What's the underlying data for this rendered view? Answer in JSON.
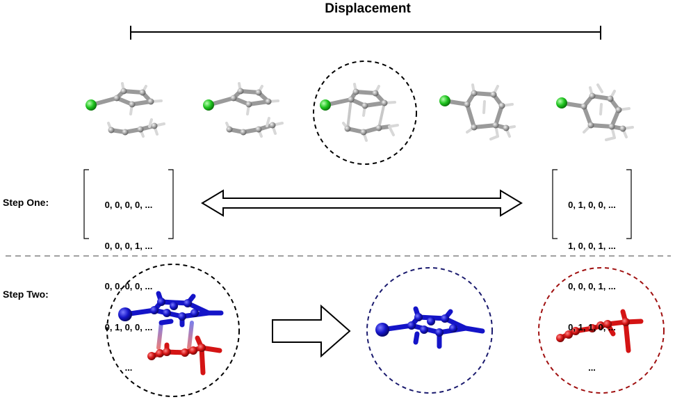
{
  "title": "Displacement",
  "step_one": {
    "label": "Step One:"
  },
  "step_two": {
    "label": "Step Two:"
  },
  "matrix_left": {
    "rows": [
      "0, 0, 0, 0, ...",
      "0, 0, 0, 1, ...",
      "0, 0, 0, 0, ...",
      "0, 1, 0, 0, ...",
      "..."
    ]
  },
  "matrix_right": {
    "rows": [
      "0, 1, 0, 0, ...",
      "1, 0, 0, 1, ...",
      "0, 0, 0, 1, ...",
      "0, 1, 1, 0, ...",
      "..."
    ]
  },
  "colors": {
    "chlorine": "#1fc41f",
    "carbon": "#9a9a9a",
    "hydrogen": "#d8d8d8",
    "fragment_a": "#1414c8",
    "fragment_b": "#d41414",
    "dashed_black": "#000000",
    "dashed_blue": "#1a1a6e",
    "dashed_red": "#a01010",
    "divider": "#a0a0a0"
  }
}
